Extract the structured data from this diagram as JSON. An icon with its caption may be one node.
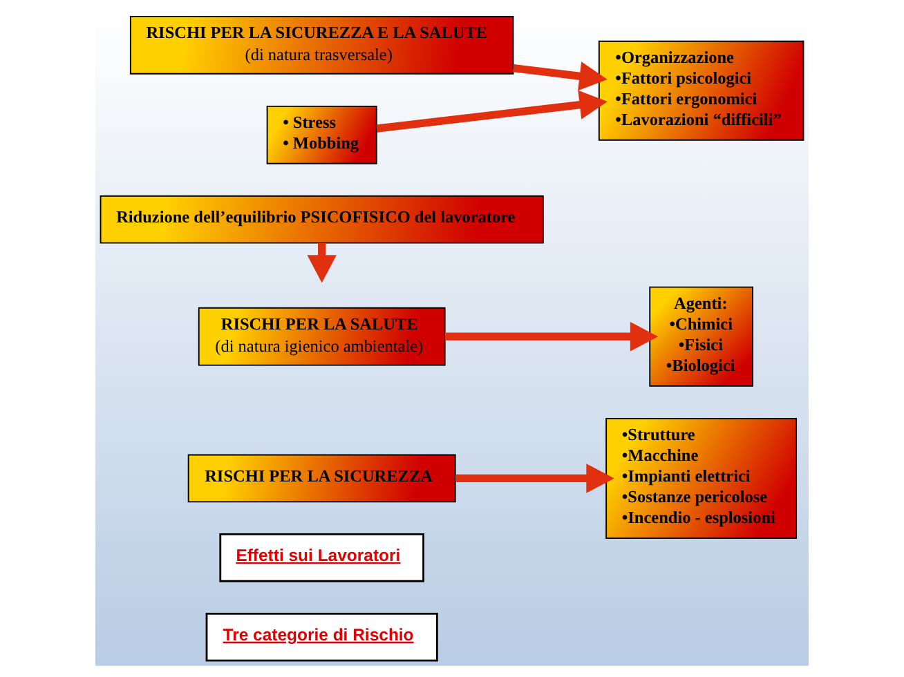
{
  "diagram": {
    "nodes": [
      {
        "text": [
          "Tre categorie di Rischio"
        ]
      },
      {
        "text": [
          "Effetti sui Lavoratori"
        ]
      },
      {
        "text": [
          "RISCHI PER LA SICUREZZA"
        ]
      },
      {
        "text": [
          "•Strutture",
          "•Macchine",
          "•Impianti elettrici",
          "•Sostanze pericolose",
          "•Incendio - esplosioni"
        ]
      },
      {
        "text": [
          "RISCHI PER LA SALUTE",
          "(di natura igienico ambientale)"
        ]
      },
      {
        "text": [
          "Agenti:",
          "•Chimici",
          "•Fisici",
          "•Biologici"
        ]
      },
      {
        "text": [
          "Riduzione dell’equilibrio PSICOFISICO del lavoratore"
        ]
      },
      {
        "text": [
          "RISCHI PER LA SICUREZZA E LA SALUTE",
          "(di natura trasversale)"
        ]
      },
      {
        "text": [
          "•Organizzazione",
          "•Fattori psicologici",
          "•Fattori ergonomici",
          "•Lavorazioni “difficili”"
        ]
      },
      {
        "text": [
          "• Stress",
          "• Mobbing"
        ]
      }
    ],
    "edges": [
      {
        "from": 2,
        "to": 3,
        "arrow": "to"
      },
      {
        "from": 4,
        "to": 5,
        "arrow": "to"
      },
      {
        "from": 6,
        "to": null,
        "arrow": "to"
      },
      {
        "from": 7,
        "to": 8,
        "arrow": "to"
      },
      {
        "from": 9,
        "to": 8,
        "arrow": "to"
      }
    ]
  }
}
